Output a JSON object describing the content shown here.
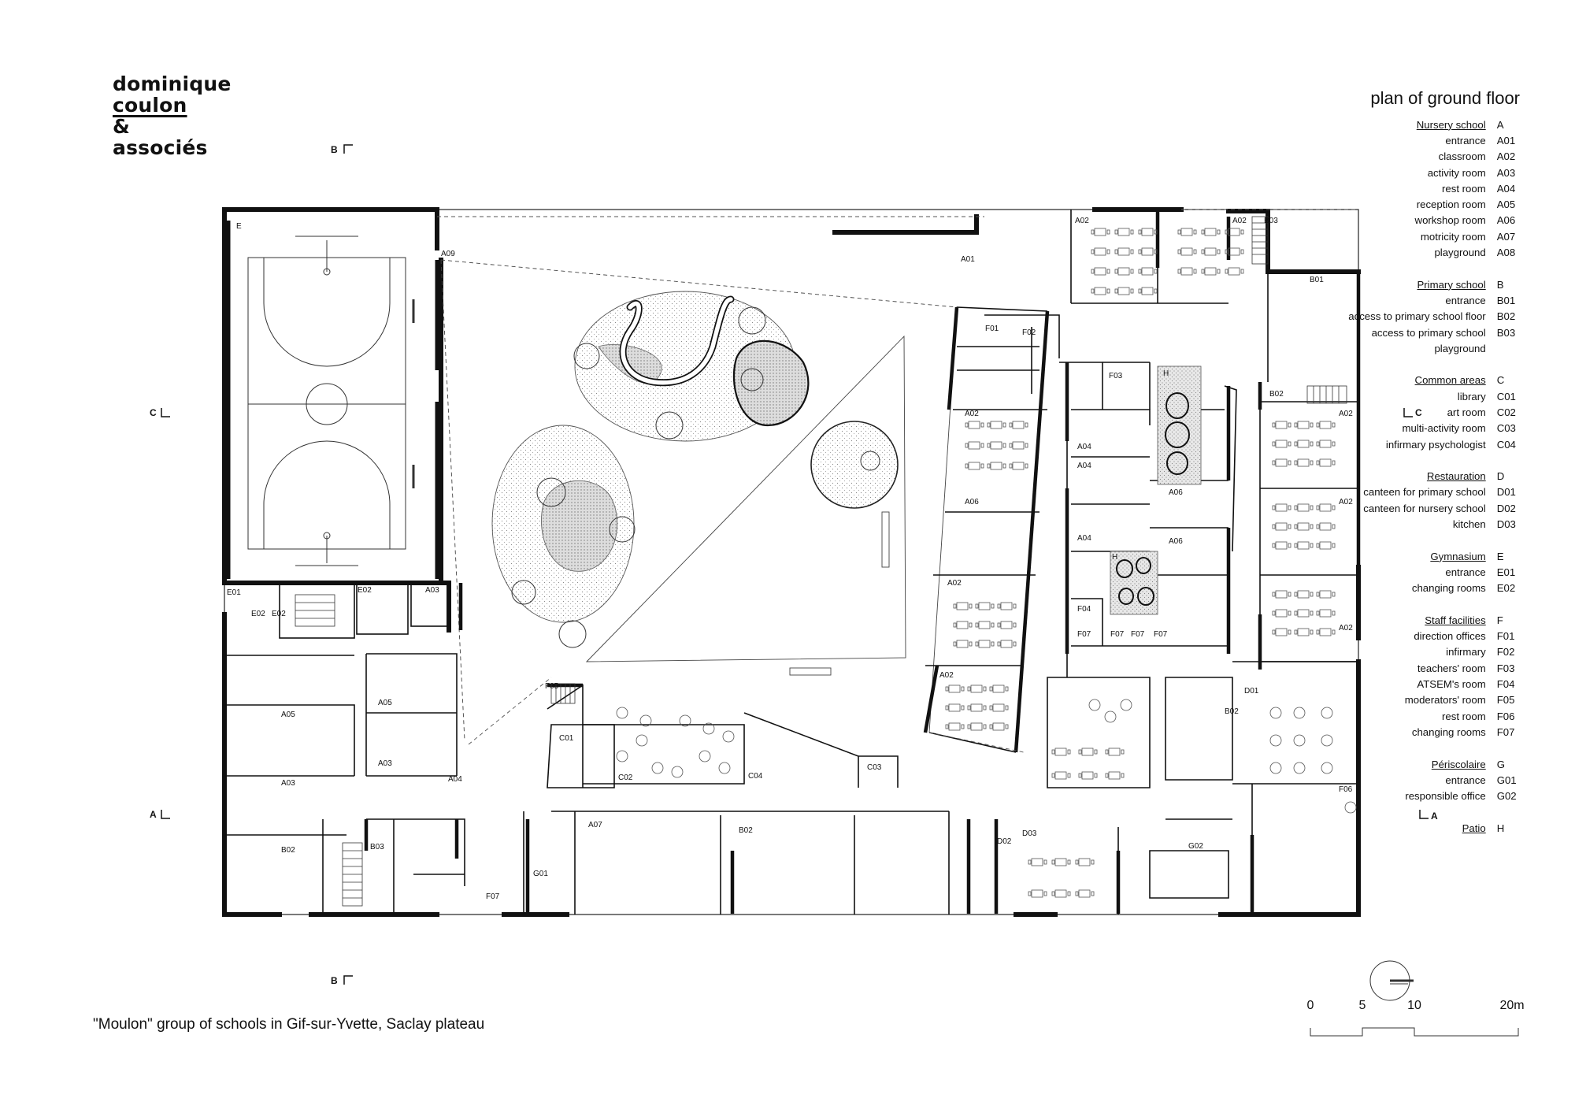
{
  "logo": {
    "line1": "dominique",
    "line2": "coulon",
    "line3": "&",
    "line4": "associés"
  },
  "title": "plan of ground floor",
  "caption": "\"Moulon\" group of schools in Gif-sur-Yvette, Saclay plateau",
  "legend": [
    {
      "name": "Nursery school",
      "code": "A",
      "items": [
        {
          "name": "entrance",
          "code": "A01"
        },
        {
          "name": "classroom",
          "code": "A02"
        },
        {
          "name": "activity room",
          "code": "A03"
        },
        {
          "name": "rest room",
          "code": "A04"
        },
        {
          "name": "reception room",
          "code": "A05"
        },
        {
          "name": "workshop room",
          "code": "A06"
        },
        {
          "name": "motricity room",
          "code": "A07"
        },
        {
          "name": "playground",
          "code": "A08"
        }
      ]
    },
    {
      "name": "Primary school",
      "code": "B",
      "items": [
        {
          "name": "entrance",
          "code": "B01"
        },
        {
          "name": "access to primary school floor",
          "code": "B02"
        },
        {
          "name": "access to primary school",
          "code": "B03"
        },
        {
          "name": "playground",
          "code": ""
        }
      ]
    },
    {
      "name": "Common areas",
      "code": "C",
      "items": [
        {
          "name": "library",
          "code": "C01"
        },
        {
          "name": "art room",
          "code": "C02"
        },
        {
          "name": "multi-activity room",
          "code": "C03"
        },
        {
          "name": "infirmary psychologist",
          "code": "C04"
        }
      ]
    },
    {
      "name": "Restauration",
      "code": "D",
      "items": [
        {
          "name": "canteen for primary school",
          "code": "D01"
        },
        {
          "name": "canteen for nursery school",
          "code": "D02"
        },
        {
          "name": "kitchen",
          "code": "D03"
        }
      ]
    },
    {
      "name": "Gymnasium",
      "code": "E",
      "items": [
        {
          "name": "entrance",
          "code": "E01"
        },
        {
          "name": "changing rooms",
          "code": "E02"
        }
      ]
    },
    {
      "name": "Staff facilities",
      "code": "F",
      "items": [
        {
          "name": "direction offices",
          "code": "F01"
        },
        {
          "name": "infirmary",
          "code": "F02"
        },
        {
          "name": "teachers' room",
          "code": "F03"
        },
        {
          "name": "ATSEM's room",
          "code": "F04"
        },
        {
          "name": "moderators' room",
          "code": "F05"
        },
        {
          "name": "rest room",
          "code": "F06"
        },
        {
          "name": "changing rooms",
          "code": "F07"
        }
      ]
    },
    {
      "name": "Périscolaire",
      "code": "G",
      "items": [
        {
          "name": "entrance",
          "code": "G01"
        },
        {
          "name": "responsible office",
          "code": "G02"
        }
      ]
    },
    {
      "name": "Patio",
      "code": "H",
      "items": []
    }
  ],
  "section_markers": {
    "a": "A",
    "b": "B",
    "c": "C"
  },
  "scale_bar": {
    "ticks": [
      "0",
      "5",
      "10",
      "20m"
    ]
  },
  "room_labels": [
    "E",
    "A09",
    "A01",
    "A02",
    "A02",
    "B03",
    "B01",
    "F01",
    "F02",
    "F03",
    "H",
    "B02",
    "A02",
    "A02",
    "A04",
    "A04",
    "A06",
    "A06",
    "A04",
    "A06",
    "H",
    "A02",
    "A02",
    "F04",
    "F07",
    "F07",
    "F07",
    "F07",
    "A02",
    "A02",
    "D01",
    "B02",
    "F06",
    "E01",
    "E02",
    "E02",
    "E02",
    "A03",
    "A05",
    "A05",
    "A03",
    "A03",
    "B02",
    "A04",
    "B03",
    "F05",
    "C01",
    "C02",
    "C04",
    "C03",
    "A07",
    "B02",
    "D02",
    "D03",
    "G02",
    "G01",
    "F07"
  ]
}
